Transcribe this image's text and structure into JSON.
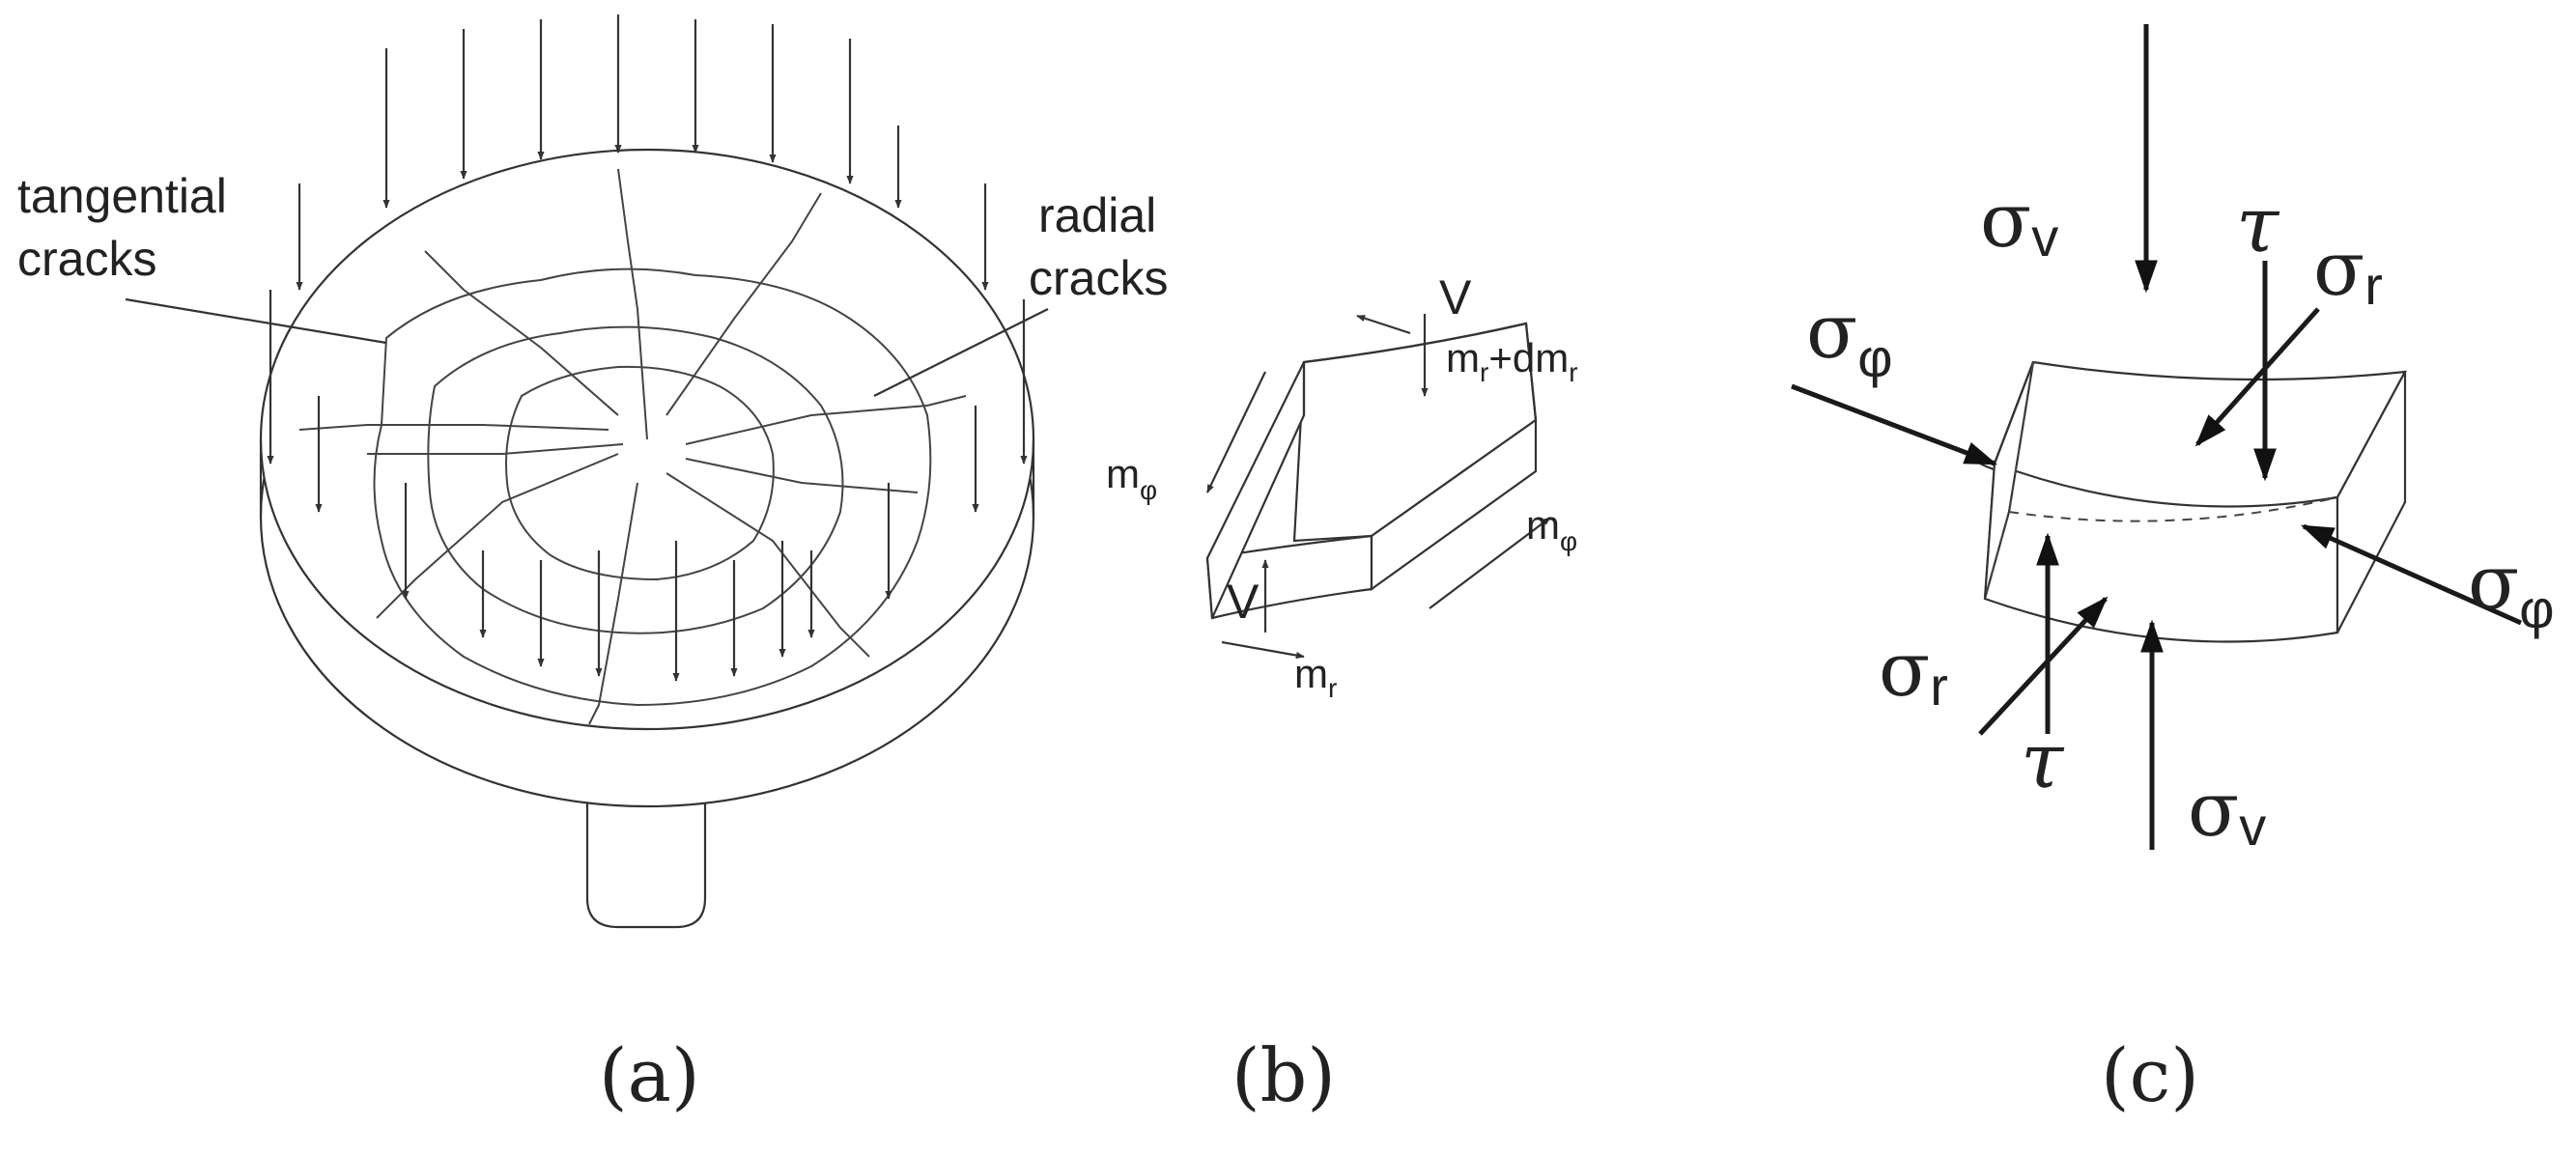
{
  "panel_a": {
    "label_tangential_line1": "tangential",
    "label_tangential_line2": "cracks",
    "label_radial_line1": "radial",
    "label_radial_line2": "cracks",
    "caption": "(a)"
  },
  "panel_b": {
    "shear_top": "V",
    "moment_r_top": "m",
    "moment_r_top_sub": "r",
    "moment_r_top_plus": "+dm",
    "moment_r_top_sub2": "r",
    "moment_phi_left": "m",
    "moment_phi_left_sub": "φ",
    "moment_phi_right": "m",
    "moment_phi_right_sub": "φ",
    "shear_bottom": "V",
    "moment_r_bottom": "m",
    "moment_r_bottom_sub": "r",
    "caption": "(b)"
  },
  "panel_c": {
    "sigma_v_top": "σ",
    "sigma_v_top_sub": "v",
    "tau_top": "τ",
    "sigma_r_top": "σ",
    "sigma_r_top_sub": "r",
    "sigma_phi_left": "σ",
    "sigma_phi_left_sub": "φ",
    "sigma_phi_right": "σ",
    "sigma_phi_right_sub": "φ",
    "sigma_r_bottom": "σ",
    "sigma_r_bottom_sub": "r",
    "tau_bottom": "τ",
    "sigma_v_bottom": "σ",
    "sigma_v_bottom_sub": "v",
    "caption": "(c)"
  },
  "colors": {
    "ink": "#222222",
    "background": "#ffffff"
  }
}
